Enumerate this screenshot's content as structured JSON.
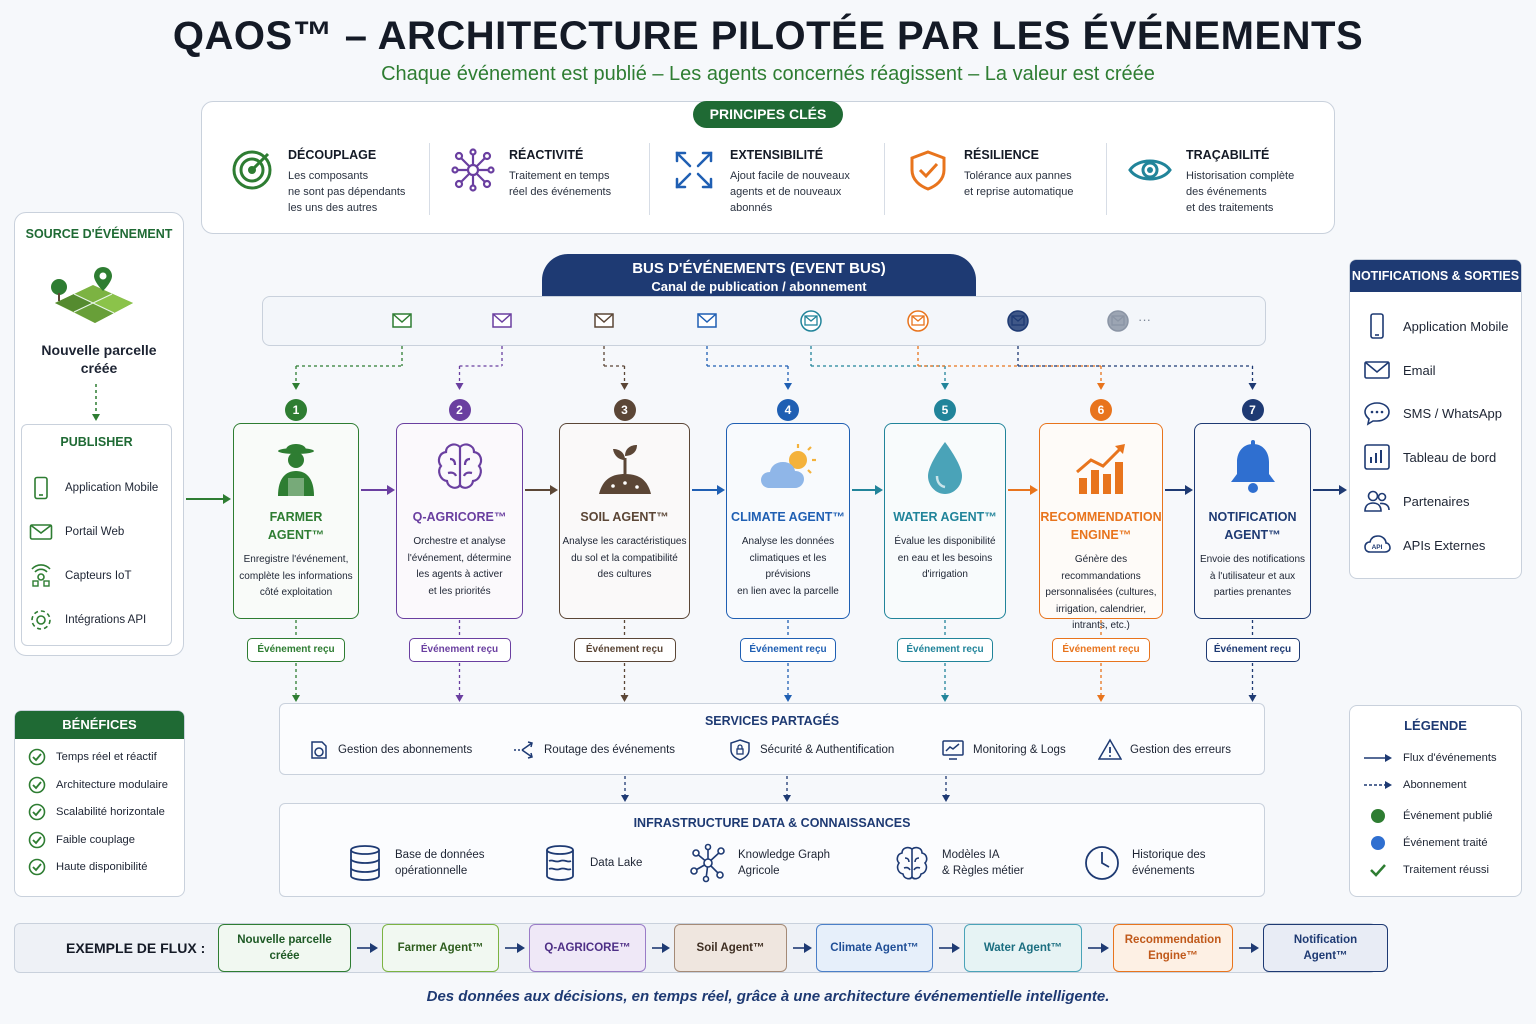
{
  "header": {
    "title": "QAOS™ – ARCHITECTURE PILOTÉE PAR LES ÉVÉNEMENTS",
    "subtitle": "Chaque événement est publié – Les agents concernés réagissent – La valeur est créée"
  },
  "principles": {
    "label": "PRINCIPES CLÉS",
    "items": [
      {
        "title": "DÉCOUPLAGE",
        "l1": "Les composants",
        "l2": "ne sont pas dépendants",
        "l3": "les uns des autres",
        "icon": "target-icon"
      },
      {
        "title": "RÉACTIVITÉ",
        "l1": "Traitement en temps",
        "l2": "réel des événements",
        "l3": "",
        "icon": "network-icon"
      },
      {
        "title": "EXTENSIBILITÉ",
        "l1": "Ajout facile de nouveaux",
        "l2": "agents et de nouveaux",
        "l3": "abonnés",
        "icon": "expand-icon"
      },
      {
        "title": "RÉSILIENCE",
        "l1": "Tolérance aux pannes",
        "l2": "et reprise automatique",
        "l3": "",
        "icon": "shield-icon"
      },
      {
        "title": "TRAÇABILITÉ",
        "l1": "Historisation complète",
        "l2": "des événements",
        "l3": "et des traitements",
        "icon": "eye-icon"
      }
    ]
  },
  "source": {
    "header": "SOURCE D'ÉVÉNEMENT",
    "event_l1": "Nouvelle parcelle",
    "event_l2": "créée",
    "publisher": {
      "header": "PUBLISHER",
      "items": [
        "Application Mobile",
        "Portail Web",
        "Capteurs IoT",
        "Intégrations API"
      ]
    }
  },
  "bus": {
    "title": "BUS D'ÉVÉNEMENTS (EVENT BUS)",
    "subtitle": "Canal de publication / abonnement",
    "more": "···"
  },
  "agents": [
    {
      "num": "1",
      "l1": "FARMER",
      "l2": "AGENT™",
      "d": [
        "Enregistre l'événement,",
        "complète les informations",
        "côté exploitation"
      ],
      "recv": "Événement reçu",
      "color": "#2e7d32"
    },
    {
      "num": "2",
      "l1": "Q-AGRICORE™",
      "l2": "",
      "d": [
        "Orchestre et analyse",
        "l'événement, détermine",
        "les agents à activer",
        "et les priorités"
      ],
      "recv": "Événement reçu",
      "color": "#6a3fa0"
    },
    {
      "num": "3",
      "l1": "SOIL AGENT™",
      "l2": "",
      "d": [
        "Analyse les caractéristiques",
        "du sol et la compatibilité",
        "des cultures"
      ],
      "recv": "Événement reçu",
      "color": "#5b4636"
    },
    {
      "num": "4",
      "l1": "CLIMATE AGENT™",
      "l2": "",
      "d": [
        "Analyse les données",
        "climatiques et les prévisions",
        "en lien avec la parcelle"
      ],
      "recv": "Événement reçu",
      "color": "#1f5fb3"
    },
    {
      "num": "5",
      "l1": "WATER AGENT™",
      "l2": "",
      "d": [
        "Évalue les disponibilité",
        "en eau et les besoins",
        "d'irrigation"
      ],
      "recv": "Événement reçu",
      "color": "#21849a"
    },
    {
      "num": "6",
      "l1": "RECOMMENDATION",
      "l2": "ENGINE™",
      "d": [
        "Génère des recommandations",
        "personnalisées (cultures,",
        "irrigation, calendrier,",
        "intrants, etc.)"
      ],
      "recv": "Événement reçu",
      "color": "#e8741d"
    },
    {
      "num": "7",
      "l1": "NOTIFICATION",
      "l2": "AGENT™",
      "d": [
        "Envoie des notifications",
        "à l'utilisateur et aux",
        "parties prenantes"
      ],
      "recv": "Événement reçu",
      "color": "#1e3a73"
    }
  ],
  "notifications": {
    "header": "NOTIFICATIONS & SORTIES",
    "items": [
      "Application Mobile",
      "Email",
      "SMS / WhatsApp",
      "Tableau de bord",
      "Partenaires",
      "APIs Externes"
    ]
  },
  "services": {
    "header": "SERVICES PARTAGÉS",
    "items": [
      "Gestion des abonnements",
      "Routage des événements",
      "Sécurité & Authentification",
      "Monitoring & Logs",
      "Gestion des erreurs"
    ]
  },
  "infra": {
    "header": "INFRASTRUCTURE DATA & CONNAISSANCES",
    "items": [
      {
        "l1": "Base de données",
        "l2": "opérationnelle"
      },
      {
        "l1": "Data Lake",
        "l2": ""
      },
      {
        "l1": "Knowledge Graph",
        "l2": "Agricole"
      },
      {
        "l1": "Modèles IA",
        "l2": "& Règles métier"
      },
      {
        "l1": "Historique des",
        "l2": "événements"
      }
    ]
  },
  "benefits": {
    "header": "BÉNÉFICES",
    "items": [
      "Temps réel et réactif",
      "Architecture modulaire",
      "Scalabilité horizontale",
      "Faible couplage",
      "Haute disponibilité"
    ]
  },
  "legend": {
    "header": "LÉGENDE",
    "items": [
      "Flux d'événements",
      "Abonnement",
      "Événement publié",
      "Événement traité",
      "Traitement réussi"
    ]
  },
  "flow": {
    "label": "EXEMPLE DE FLUX :",
    "steps": [
      {
        "l1": "Nouvelle parcelle",
        "l2": "créée"
      },
      {
        "l1": "Farmer Agent™",
        "l2": ""
      },
      {
        "l1": "Q-AGRICORE™",
        "l2": ""
      },
      {
        "l1": "Soil Agent™",
        "l2": ""
      },
      {
        "l1": "Climate Agent™",
        "l2": ""
      },
      {
        "l1": "Water Agent™",
        "l2": ""
      },
      {
        "l1": "Recommendation",
        "l2": "Engine™"
      },
      {
        "l1": "Notification",
        "l2": "Agent™"
      }
    ]
  },
  "tagline": "Des données aux décisions, en temps réel, grâce à une architecture événementielle intelligente.",
  "colors": {
    "green": "#2e7d32",
    "navy": "#1e3a73",
    "purple": "#6a3fa0",
    "brown": "#5b4636",
    "blue": "#1f5fb3",
    "teal": "#21849a",
    "orange": "#e8741d"
  }
}
